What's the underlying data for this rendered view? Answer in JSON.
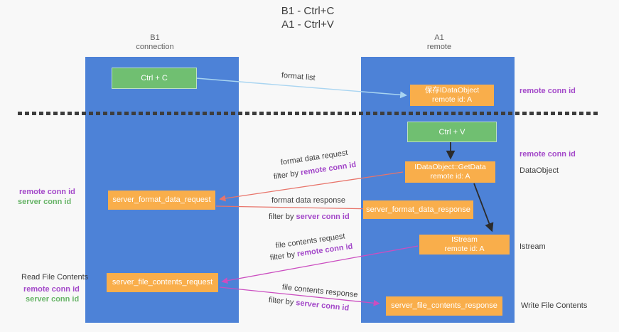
{
  "title": {
    "line1": "B1 - Ctrl+C",
    "line2": "A1 - Ctrl+V"
  },
  "lanes": {
    "left": {
      "name": "B1",
      "subtitle": "connection"
    },
    "right": {
      "name": "A1",
      "subtitle": "remote"
    }
  },
  "boxes": {
    "ctrl_c": {
      "label": "Ctrl + C"
    },
    "ctrl_v": {
      "label": "Ctrl + V"
    },
    "save_dataobject": {
      "line1": "保存IDataObject",
      "line2": "remote id: A"
    },
    "getdata": {
      "line1": "IDataObject::GetData",
      "line2": "remote id: A"
    },
    "istream": {
      "line1": "IStream",
      "line2": "remote id: A"
    },
    "format_data_request": {
      "label": "server_format_data_request"
    },
    "format_data_response": {
      "label": "server_format_data_response"
    },
    "file_contents_request": {
      "label": "server_file_contents_request"
    },
    "file_contents_response": {
      "label": "server_file_contents_response"
    }
  },
  "edge_labels": {
    "format_list": "format list",
    "format_data_request": "format data request",
    "format_data_request_filter_prefix": "filter by ",
    "format_data_request_filter_key": "remote conn id",
    "format_data_response": "format data response",
    "format_data_response_filter_prefix": "filter by ",
    "format_data_response_filter_key": "server conn id",
    "file_contents_request": "file contents request",
    "file_contents_request_filter_prefix": "filter by ",
    "file_contents_request_filter_key": "remote conn id",
    "file_contents_response": "file contents response",
    "file_contents_response_filter_prefix": "filter by ",
    "file_contents_response_filter_key": "server conn id"
  },
  "side_labels": {
    "right_remote_conn_id_1": "remote conn id",
    "right_remote_conn_id_2": "remote conn id",
    "right_dataobject": "DataObject",
    "right_istream": "Istream",
    "right_write_file_contents": "Write File Contents",
    "left_remote_conn_id_1": "remote conn id",
    "left_server_conn_id_1": "server conn id",
    "left_read_file_contents": "Read File Contents",
    "left_remote_conn_id_2": "remote conn id",
    "left_server_conn_id_2": "server conn id"
  },
  "colors": {
    "lane_blue": "#4d82d7",
    "box_orange": "#f9ae4b",
    "box_green": "#70bf71",
    "remote_conn_purple": "#a348c9",
    "server_conn_green": "#67b467",
    "arrow_salmon": "#e8746a",
    "arrow_magenta": "#cb4ec0",
    "arrow_lightblue": "#a9d5f1",
    "arrow_black": "#2b2b2b",
    "background": "#f8f8f8"
  }
}
